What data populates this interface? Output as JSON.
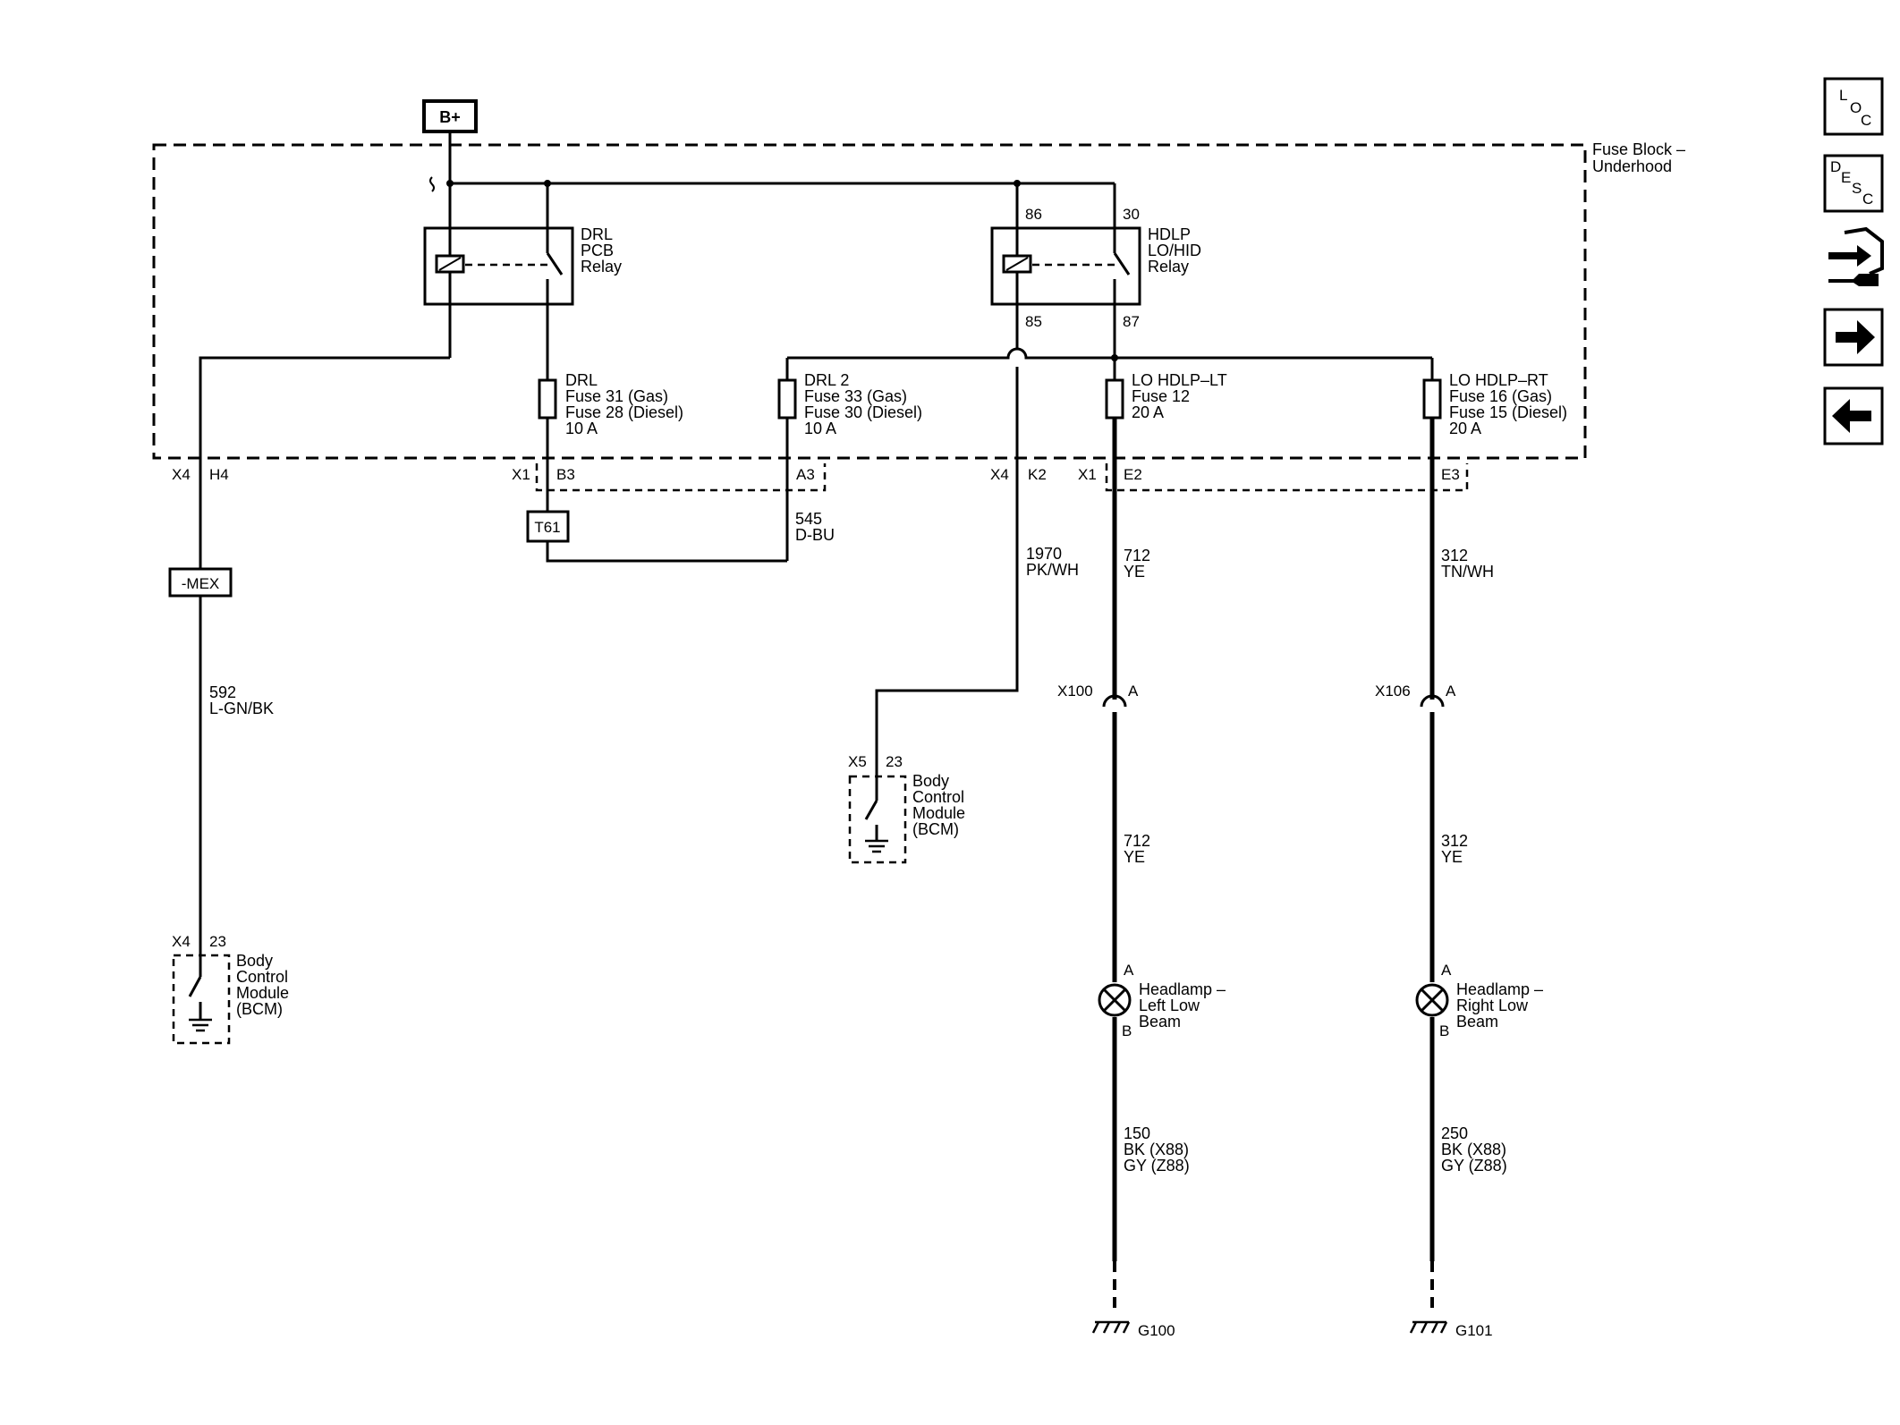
{
  "power_label": "B+",
  "fuse_block_label": [
    "Fuse Block –",
    "Underhood"
  ],
  "relays": {
    "drl": [
      "DRL",
      "PCB",
      "Relay"
    ],
    "hdlp": [
      "HDLP",
      "LO/HID",
      "Relay"
    ],
    "hdlp_pins": {
      "p86": "86",
      "p30": "30",
      "p85": "85",
      "p87": "87"
    }
  },
  "fuses": {
    "drl": [
      "DRL",
      "Fuse 31 (Gas)",
      "Fuse 28 (Diesel)",
      "10 A"
    ],
    "drl2": [
      "DRL 2",
      "Fuse 33 (Gas)",
      "Fuse 30 (Diesel)",
      "10 A"
    ],
    "lo_lt": [
      "LO HDLP–LT",
      "Fuse 12",
      "20 A"
    ],
    "lo_rt": [
      "LO HDLP–RT",
      "Fuse 16 (Gas)",
      "Fuse 15 (Diesel)",
      "20 A"
    ]
  },
  "connectors": {
    "x4": "X4",
    "h4": "H4",
    "x1_a": "X1",
    "b3": "B3",
    "a3": "A3",
    "x4_b": "X4",
    "k2": "K2",
    "x1_b": "X1",
    "e2": "E2",
    "e3": "E3",
    "x100": "X100",
    "x100_pin": "A",
    "x106": "X106",
    "x106_pin": "A",
    "x5": "X5",
    "x5_pin": "23",
    "x4_c": "X4",
    "x4_c_pin": "23"
  },
  "wires": {
    "w545": [
      "545",
      "D-BU"
    ],
    "w1970": [
      "1970",
      "PK/WH"
    ],
    "w712_top": [
      "712",
      "YE"
    ],
    "w312_top": [
      "312",
      "TN/WH"
    ],
    "w592": [
      "592",
      "L-GN/BK"
    ],
    "w712_bot": [
      "712",
      "YE"
    ],
    "w312_bot": [
      "312",
      "YE"
    ],
    "w150": [
      "150",
      "BK (X88)",
      "GY (Z88)"
    ],
    "w250": [
      "250",
      "BK (X88)",
      "GY (Z88)"
    ]
  },
  "options": {
    "t61": "T61",
    "mex": "-MEX"
  },
  "modules": {
    "bcm_mid": [
      "Body",
      "Control",
      "Module",
      "(BCM)"
    ],
    "bcm_left": [
      "Body",
      "Control",
      "Module",
      "(BCM)"
    ]
  },
  "lamps": {
    "left": {
      "name": [
        "Headlamp –",
        "Left Low",
        "Beam"
      ],
      "pin_a": "A",
      "pin_b": "B"
    },
    "right": {
      "name": [
        "Headlamp –",
        "Right Low",
        "Beam"
      ],
      "pin_a": "A",
      "pin_b": "B"
    }
  },
  "grounds": {
    "g100": "G100",
    "g101": "G101"
  },
  "nav": {
    "loc": {
      "l1": "L",
      "l2": "O",
      "l3": "C"
    },
    "desc": {
      "l1": "D",
      "l2": "E",
      "l3": "S",
      "l4": "C"
    }
  },
  "icons": [
    "connector-icon",
    "next-arrow-icon",
    "previous-arrow-icon"
  ]
}
